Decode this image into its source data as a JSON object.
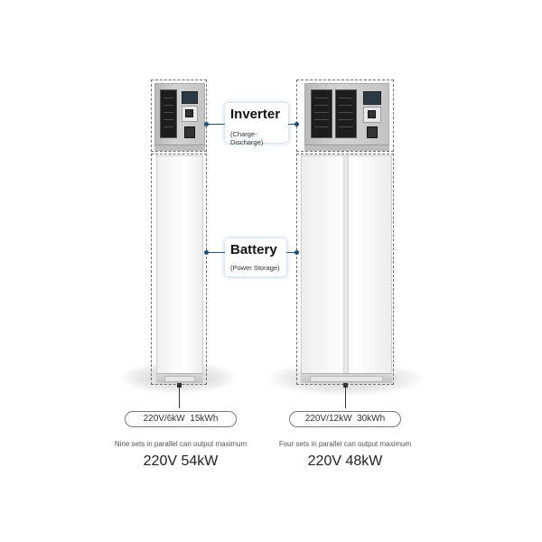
{
  "labels": {
    "inverter": {
      "title": "Inverter",
      "subtitle": "(Charge-Discharge)"
    },
    "battery": {
      "title": "Battery",
      "subtitle": "(Power Storage)"
    }
  },
  "systems": [
    {
      "spec": "220V/6kW  15kWh",
      "caption": "Nine sets in parallel can output maximum",
      "output": "220V 54kW"
    },
    {
      "spec": "220V/12kW  30kWh",
      "caption": "Four sets in parallel can output maximum",
      "output": "220V 48kW"
    }
  ],
  "colors": {
    "connector": "#1f4e79",
    "card_glow": "#78a0c8",
    "inverter_body": "#c4c4c4",
    "battery_body": "#f6f6f6"
  }
}
